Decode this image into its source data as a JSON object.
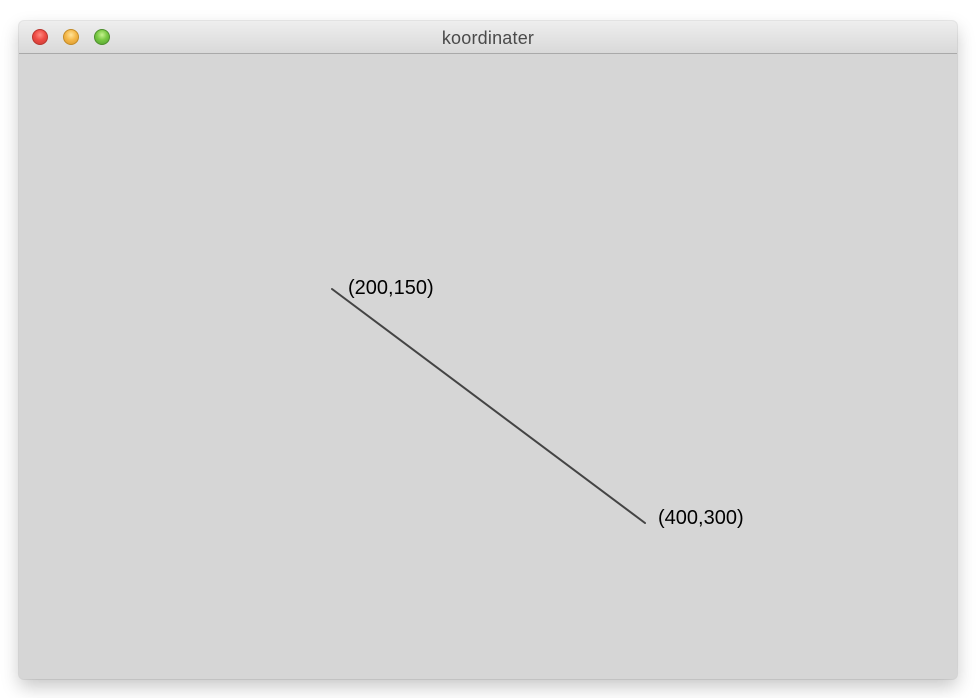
{
  "window": {
    "title": "koordinater"
  },
  "canvas": {
    "line_color": "#444444",
    "start_label": "(200,150)",
    "end_label": "(400,300)"
  },
  "icons": {
    "close": "close-icon",
    "minimize": "minimize-icon",
    "zoom": "zoom-icon"
  }
}
